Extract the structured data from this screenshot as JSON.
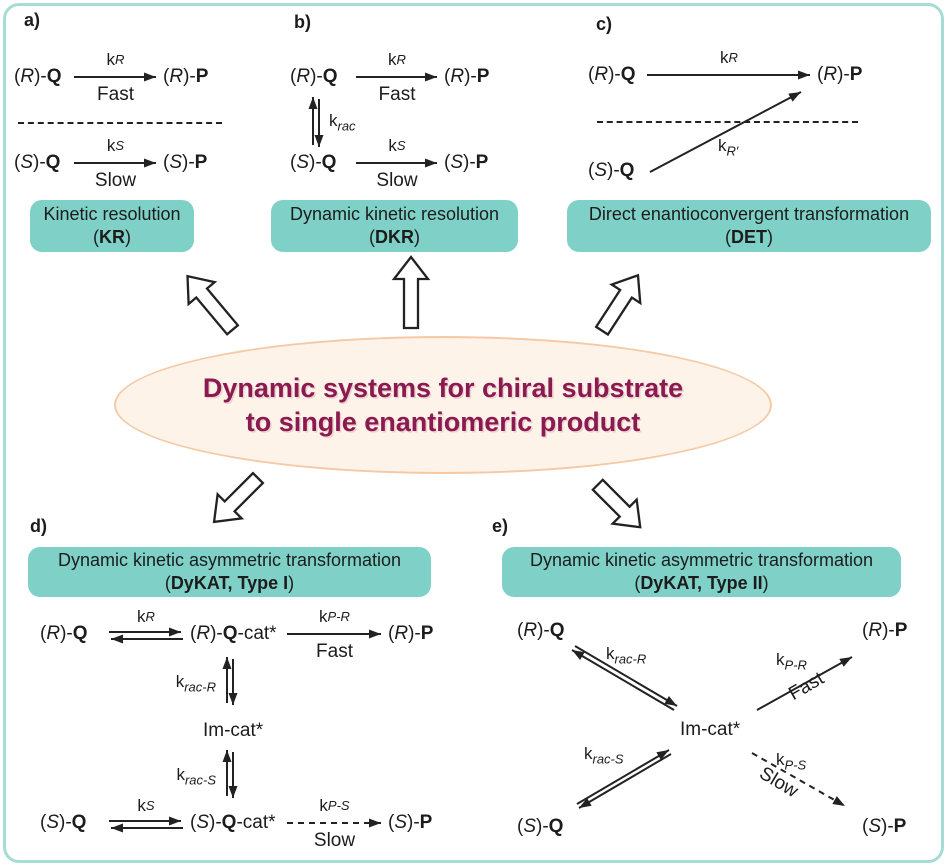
{
  "words": {
    "fast": "Fast",
    "slow": "Slow"
  },
  "punct": {
    "open": "(",
    "close": ")"
  },
  "species": {
    "rq": [
      [
        "",
        "("
      ],
      [
        "i",
        "R"
      ],
      [
        "",
        ")-"
      ],
      [
        "b",
        "Q"
      ]
    ],
    "rp": [
      [
        "",
        "("
      ],
      [
        "i",
        "R"
      ],
      [
        "",
        ")-"
      ],
      [
        "b",
        "P"
      ]
    ],
    "sq": [
      [
        "",
        "("
      ],
      [
        "i",
        "S"
      ],
      [
        "",
        ")-"
      ],
      [
        "b",
        "Q"
      ]
    ],
    "sp": [
      [
        "",
        "("
      ],
      [
        "i",
        "S"
      ],
      [
        "",
        ")-"
      ],
      [
        "b",
        "P"
      ]
    ],
    "rqcat": [
      [
        "",
        "("
      ],
      [
        "i",
        "R"
      ],
      [
        "",
        ")-"
      ],
      [
        "b",
        "Q"
      ],
      [
        "",
        "-cat*"
      ]
    ],
    "sqcat": [
      [
        "",
        "("
      ],
      [
        "i",
        "S"
      ],
      [
        "",
        ")-"
      ],
      [
        "b",
        "Q"
      ],
      [
        "",
        "-cat*"
      ]
    ],
    "imcat": [
      [
        "",
        "Im-cat*"
      ]
    ]
  },
  "rates": {
    "kR": [
      [
        "",
        "k"
      ],
      [
        "si",
        "R"
      ]
    ],
    "kS": [
      [
        "",
        "k"
      ],
      [
        "si",
        "S"
      ]
    ],
    "krac": [
      [
        "",
        "k"
      ],
      [
        "si",
        "rac"
      ]
    ],
    "kRprime": [
      [
        "",
        "k"
      ],
      [
        "si",
        "R′"
      ]
    ],
    "kPR": [
      [
        "",
        "k"
      ],
      [
        "si",
        "P-R"
      ]
    ],
    "kPS": [
      [
        "",
        "k"
      ],
      [
        "si",
        "P-S"
      ]
    ],
    "kracR": [
      [
        "",
        "k"
      ],
      [
        "si",
        "rac-R"
      ]
    ],
    "kracS": [
      [
        "",
        "k"
      ],
      [
        "si",
        "rac-S"
      ]
    ]
  },
  "panels": {
    "a": {
      "label": "a)",
      "title": "Kinetic resolution",
      "abbr": "KR"
    },
    "b": {
      "label": "b)",
      "title": "Dynamic kinetic resolution",
      "abbr": "DKR"
    },
    "c": {
      "label": "c)",
      "title": "Direct enantioconvergent transformation",
      "abbr": "DET"
    },
    "d": {
      "label": "d)",
      "title": "Dynamic kinetic asymmetric transformation",
      "abbr": "DyKAT, Type I"
    },
    "e": {
      "label": "e)",
      "title": "Dynamic kinetic asymmetric transformation",
      "abbr": "DyKAT, Type II"
    }
  },
  "center": {
    "line1": "Dynamic systems for chiral substrate",
    "line2": "to single enantiomeric product"
  },
  "connectors": {
    "block_arrows": [
      "up-left-to-a",
      "up-to-b",
      "up-right-to-c",
      "down-left-to-d",
      "down-right-to-e"
    ]
  },
  "colors": {
    "panel_box": "#7fd1c8",
    "outer_border": "#a6dcd6",
    "ellipse_fill": "#fdf3e8",
    "ellipse_border": "#f5c9a5",
    "headline_text": "#8b1a50"
  }
}
